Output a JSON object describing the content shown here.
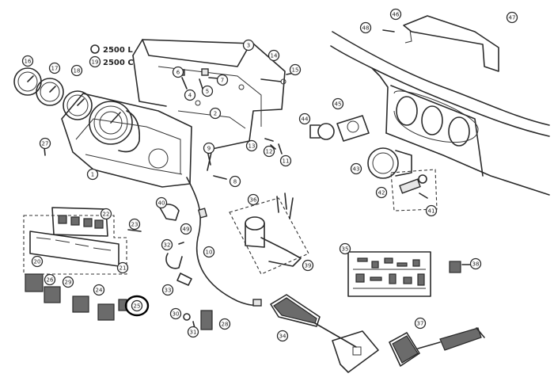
{
  "variant_labels": {
    "top": "2500 L",
    "bottom": "2500 C"
  },
  "callouts": [
    {
      "n": "1"
    },
    {
      "n": "2"
    },
    {
      "n": "3"
    },
    {
      "n": "4"
    },
    {
      "n": "5"
    },
    {
      "n": "6"
    },
    {
      "n": "7"
    },
    {
      "n": "8"
    },
    {
      "n": "9"
    },
    {
      "n": "10"
    },
    {
      "n": "11"
    },
    {
      "n": "12"
    },
    {
      "n": "13"
    },
    {
      "n": "14"
    },
    {
      "n": "15"
    },
    {
      "n": "16"
    },
    {
      "n": "17"
    },
    {
      "n": "18"
    },
    {
      "n": "19"
    },
    {
      "n": "20"
    },
    {
      "n": "21"
    },
    {
      "n": "22"
    },
    {
      "n": "23"
    },
    {
      "n": "24"
    },
    {
      "n": "25"
    },
    {
      "n": "26"
    },
    {
      "n": "27"
    },
    {
      "n": "28"
    },
    {
      "n": "29"
    },
    {
      "n": "30"
    },
    {
      "n": "31"
    },
    {
      "n": "32"
    },
    {
      "n": "33"
    },
    {
      "n": "34"
    },
    {
      "n": "35"
    },
    {
      "n": "36"
    },
    {
      "n": "37"
    },
    {
      "n": "38"
    },
    {
      "n": "39"
    },
    {
      "n": "40"
    },
    {
      "n": "41"
    },
    {
      "n": "42"
    },
    {
      "n": "43"
    },
    {
      "n": "44"
    },
    {
      "n": "45"
    },
    {
      "n": "46"
    },
    {
      "n": "47"
    },
    {
      "n": "48"
    },
    {
      "n": "49"
    }
  ],
  "highlighted_part": "25"
}
